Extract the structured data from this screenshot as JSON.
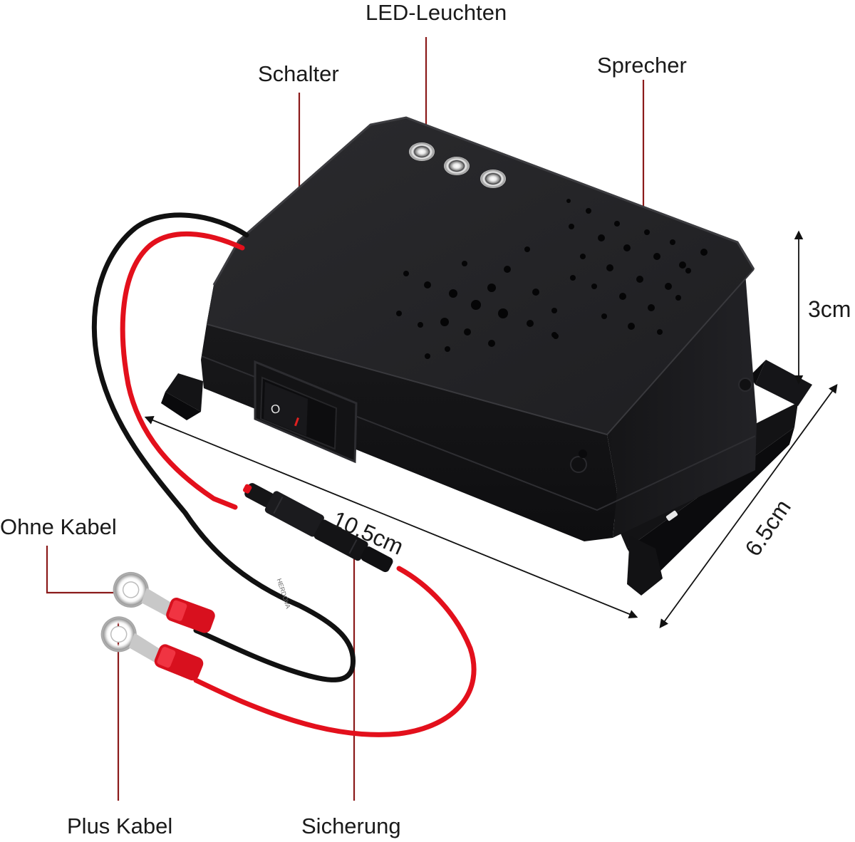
{
  "labels": {
    "led": "LED-Leuchten",
    "switch": "Schalter",
    "speaker": "Sprecher",
    "height": "3cm",
    "length": "10.5cm",
    "width": "6.5cm",
    "no_cable": "Ohne Kabel",
    "plus_cable": "Plus Kabel",
    "fuse": "Sicherung"
  },
  "colors": {
    "leader_line": "#8b1a1a",
    "dimension_line": "#111111",
    "device_body": "#1c1c1e",
    "wire_red": "#e3101c",
    "wire_black": "#111111",
    "terminal_red": "#d8101e"
  },
  "switch_symbols": {
    "off": "O",
    "on": "I"
  },
  "cable_print": "HERDOVA"
}
